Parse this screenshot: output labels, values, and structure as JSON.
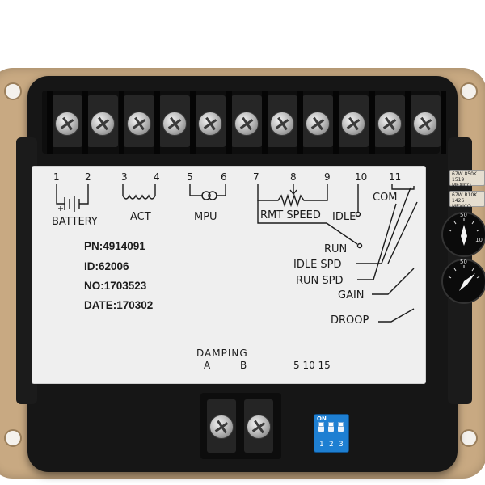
{
  "terminals": {
    "numbers": [
      "1",
      "2",
      "3",
      "4",
      "5",
      "6",
      "7",
      "8",
      "9",
      "10",
      "11"
    ]
  },
  "label": {
    "battery": "BATTERY",
    "act": "ACT",
    "mpu": "MPU",
    "rmt_speed": "RMT SPEED",
    "idle": "IDLE",
    "com": "COM",
    "run": "RUN",
    "idle_spd": "IDLE SPD",
    "run_spd": "RUN SPD",
    "gain": "GAIN",
    "droop": "DROOP",
    "pn": "PN:4914091",
    "id": "ID:62006",
    "no": "NO:1703523",
    "date": "DATE:170302",
    "damping": "DAMPING",
    "damping_a": "A",
    "damping_b": "B",
    "scale": "5 10 15"
  },
  "pots": {
    "top_label_1": "67W 850K",
    "top_label_2": "1519 MEXICO",
    "bottom_label_1": "67W R10K",
    "bottom_label_2": "1426 MEXICO",
    "dial_upper_mark": "50",
    "dial_lower_mark": "50",
    "dial_side_mark": "10"
  },
  "dip_switch": {
    "on_label": "ON",
    "positions": [
      "1",
      "2",
      "3"
    ]
  },
  "colors": {
    "housing": "#161616",
    "flange": "#c8a982",
    "label": "#efefef",
    "dip": "#1e7fd2"
  }
}
